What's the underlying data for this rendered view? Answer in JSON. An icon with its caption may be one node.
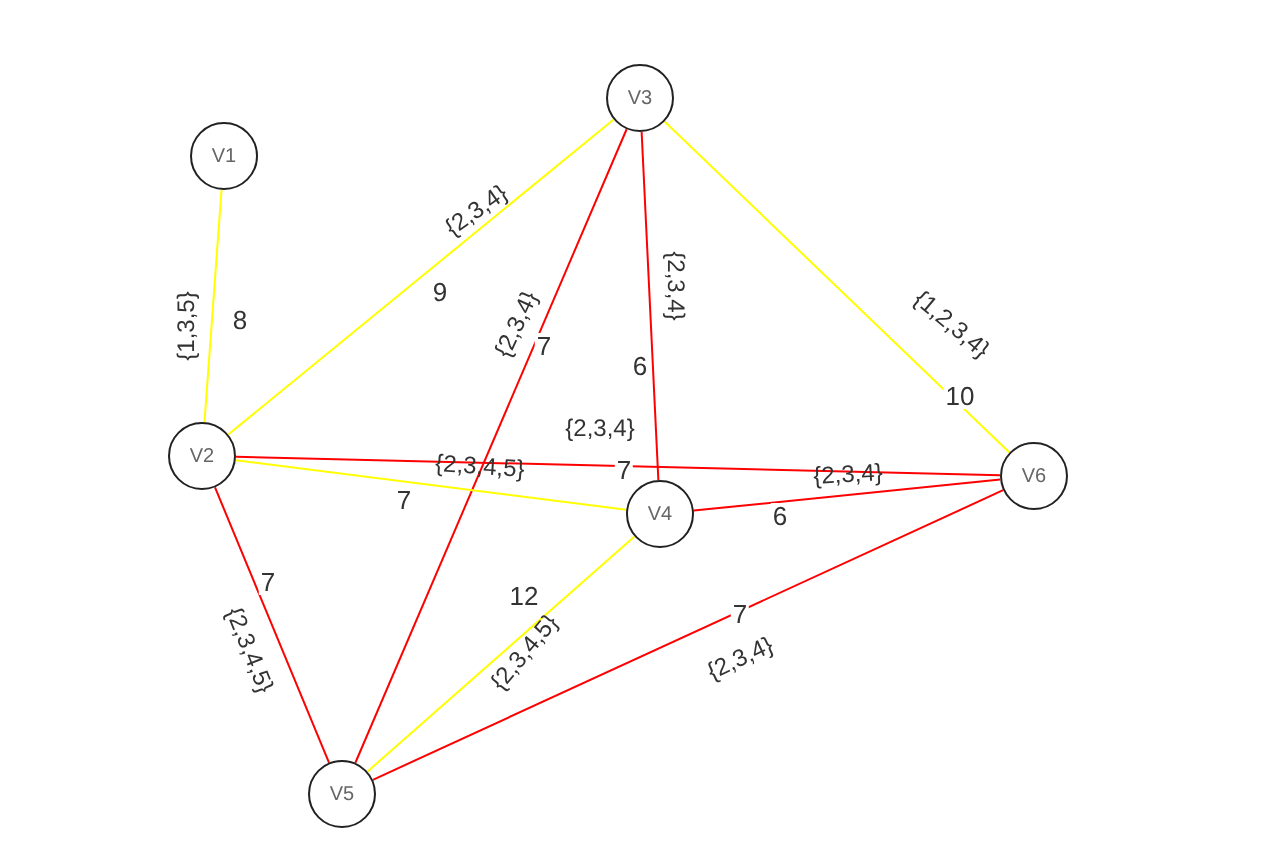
{
  "diagram": {
    "nodes": [
      {
        "text": [
          "V1"
        ]
      },
      {
        "text": [
          "V2"
        ]
      },
      {
        "text": [
          "V3"
        ]
      },
      {
        "text": [
          "V4"
        ]
      },
      {
        "text": [
          "V5"
        ]
      },
      {
        "text": [
          "V6"
        ]
      }
    ],
    "edges": [
      {
        "from": 0,
        "to": 1,
        "arrow": "none",
        "label": "8",
        "color": "#ffff00"
      },
      {
        "from": 1,
        "to": 2,
        "arrow": "none",
        "label": "9",
        "color": "#ffff00"
      },
      {
        "from": 2,
        "to": 4,
        "arrow": "none",
        "label": "7"
      },
      {
        "from": 2,
        "to": 3,
        "arrow": "none",
        "label": "6"
      },
      {
        "from": 2,
        "to": 5,
        "arrow": "none",
        "label": "10",
        "color": "#ffff00"
      },
      {
        "from": 1,
        "to": 5,
        "arrow": "none",
        "label": "7"
      },
      {
        "from": 1,
        "to": 3,
        "arrow": "none",
        "label": "7",
        "color": "#ffff00"
      },
      {
        "from": 3,
        "to": 5,
        "arrow": "none",
        "label": "6"
      },
      {
        "from": 1,
        "to": 4,
        "arrow": "none",
        "label": "7"
      },
      {
        "from": 3,
        "to": 4,
        "arrow": "none",
        "label": "12",
        "color": "#ffff00"
      },
      {
        "from": 4,
        "to": 5,
        "arrow": "none",
        "label": "7"
      }
    ],
    "labels": [
      "{1,3,5}",
      "{2,3,4}",
      "{2,3,4}",
      "{2,3,4}",
      "{1,2,3,4}",
      "{2,3,4}",
      "{2,3,4,5}",
      "{2,3,4}",
      "{2,3,4,5}",
      "{2,3,4,5}",
      "{2,3,4}"
    ]
  }
}
